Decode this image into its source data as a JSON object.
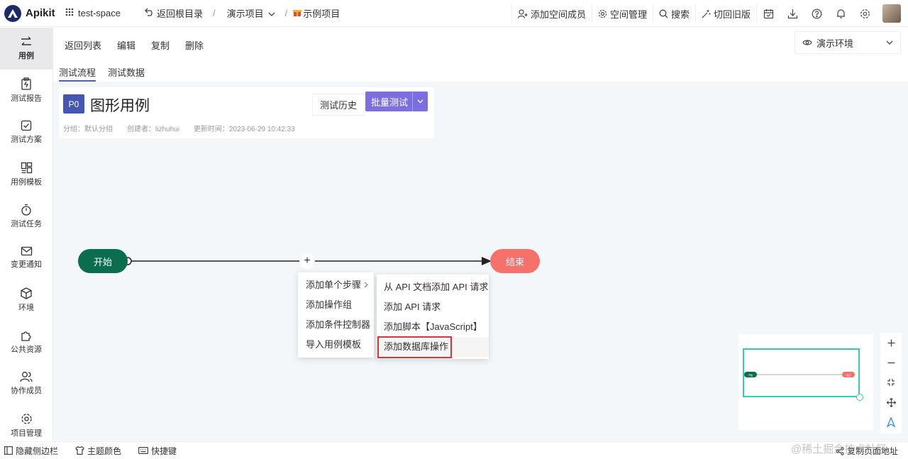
{
  "topbar": {
    "brand": "Apikit",
    "space": "test-space",
    "back_root": "返回根目录",
    "project_select": "演示项目",
    "project_name": "示例项目",
    "add_member": "添加空间成员",
    "space_manage": "空间管理",
    "search": "搜索",
    "old_version": "切回旧版"
  },
  "sidebar": {
    "items": [
      {
        "label": "用例"
      },
      {
        "label": "测试报告"
      },
      {
        "label": "测试方案"
      },
      {
        "label": "用例模板"
      },
      {
        "label": "测试任务"
      },
      {
        "label": "变更通知"
      },
      {
        "label": "环境"
      },
      {
        "label": "公共资源"
      },
      {
        "label": "协作成员"
      },
      {
        "label": "项目管理"
      }
    ]
  },
  "toolbar": {
    "back_list": "返回列表",
    "edit": "编辑",
    "copy": "复制",
    "delete": "删除",
    "env": "演示环境"
  },
  "tabs": [
    "测试流程",
    "测试数据"
  ],
  "case": {
    "priority": "P0",
    "title": "图形用例",
    "history": "测试历史",
    "batch_test": "批量测试",
    "group": "分组：默认分组",
    "creator": "创建者：lizhuhui",
    "updated": "更新时间：2023-06-29 10:42:33"
  },
  "flow": {
    "start": "开始",
    "end": "结束",
    "plus": "+"
  },
  "menu": {
    "items": [
      "添加单个步骤",
      "添加操作组",
      "添加条件控制器",
      "导入用例模板"
    ],
    "submenu": [
      "从 API 文档添加 API 请求",
      "添加 API 请求",
      "添加脚本【JavaScript】",
      "添加数据库操作"
    ]
  },
  "minimap": {
    "start": "开始",
    "end": "结束"
  },
  "bottombar": {
    "hide_sidebar": "隐藏侧边栏",
    "theme_color": "主题颜色",
    "shortcuts": "快捷键",
    "copy_url": "复制页面地址"
  },
  "watermark": "@稀土掘金技术社区",
  "colors": {
    "accent": "#4657b3",
    "batch": "#7b6fe0",
    "start_node": "#0a6e4e",
    "end_node": "#f7716c",
    "highlight": "#d9343a",
    "minimap": "#37c9b1"
  }
}
